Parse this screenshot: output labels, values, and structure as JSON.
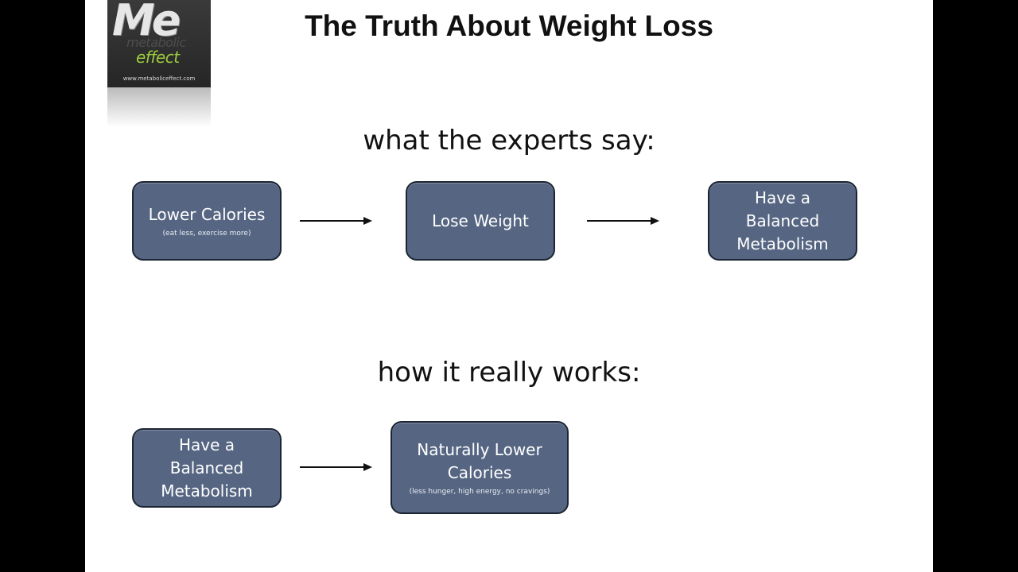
{
  "title": "The Truth About Weight Loss",
  "logo": {
    "mark": "Me",
    "line1": "metabolic",
    "line2": "effect",
    "url": "www.metaboliceffect.com"
  },
  "experts": {
    "heading": "what the experts say:",
    "nodes": [
      {
        "label": "Lower Calories",
        "sublabel": "(eat less, exercise more)"
      },
      {
        "label": "Lose Weight",
        "sublabel": ""
      },
      {
        "label": "Have a\nBalanced\nMetabolism",
        "sublabel": ""
      }
    ]
  },
  "reality": {
    "heading": "how it really works:",
    "nodes": [
      {
        "label": "Have a\nBalanced\nMetabolism",
        "sublabel": ""
      },
      {
        "label": "Naturally Lower\nCalories",
        "sublabel": "(less hunger, high energy, no cravings)"
      }
    ]
  },
  "colors": {
    "box_fill": "#566682",
    "box_border": "#1c2533",
    "logo_green": "#9ccc3c"
  }
}
